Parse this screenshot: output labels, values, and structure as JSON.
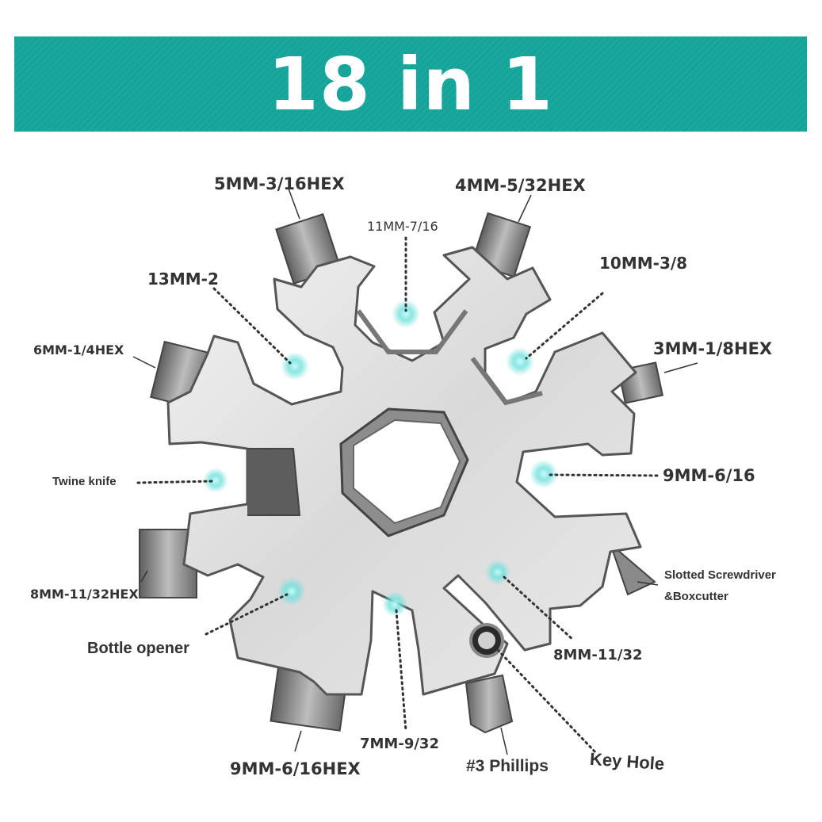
{
  "banner": {
    "title": "18 in 1",
    "color": "#16a399"
  },
  "labels": {
    "hex_5mm": "5MM-3/16HEX",
    "hex_4mm": "4MM-5/32HEX",
    "wrench_11mm": "11MM-7/16",
    "wrench_13mm": "13MM-2",
    "wrench_10mm": "10MM-3/8",
    "hex_6mm": "6MM-1/4HEX",
    "hex_3mm": "3MM-1/8HEX",
    "twine_knife": "Twine knife",
    "wrench_9mm": "9MM-6/16",
    "screwdriver_line1": "Slotted Screwdriver",
    "screwdriver_line2": "&Boxcutter",
    "hex_8mm": "8MM-11/32HEX",
    "bottle_opener": "Bottle opener",
    "wrench_8mm": "8MM-11/32",
    "wrench_7mm": "7MM-9/32",
    "phillips": "#3 Phillips",
    "key_hole": "Key Hole",
    "hex_9mm": "9MM-6/16HEX"
  },
  "colors": {
    "steel_light": "#e6e6e6",
    "steel_dark": "#8c8c8c",
    "bit_dark": "#6e6e6e",
    "glow": "#7fe3e0",
    "text": "#333333"
  }
}
